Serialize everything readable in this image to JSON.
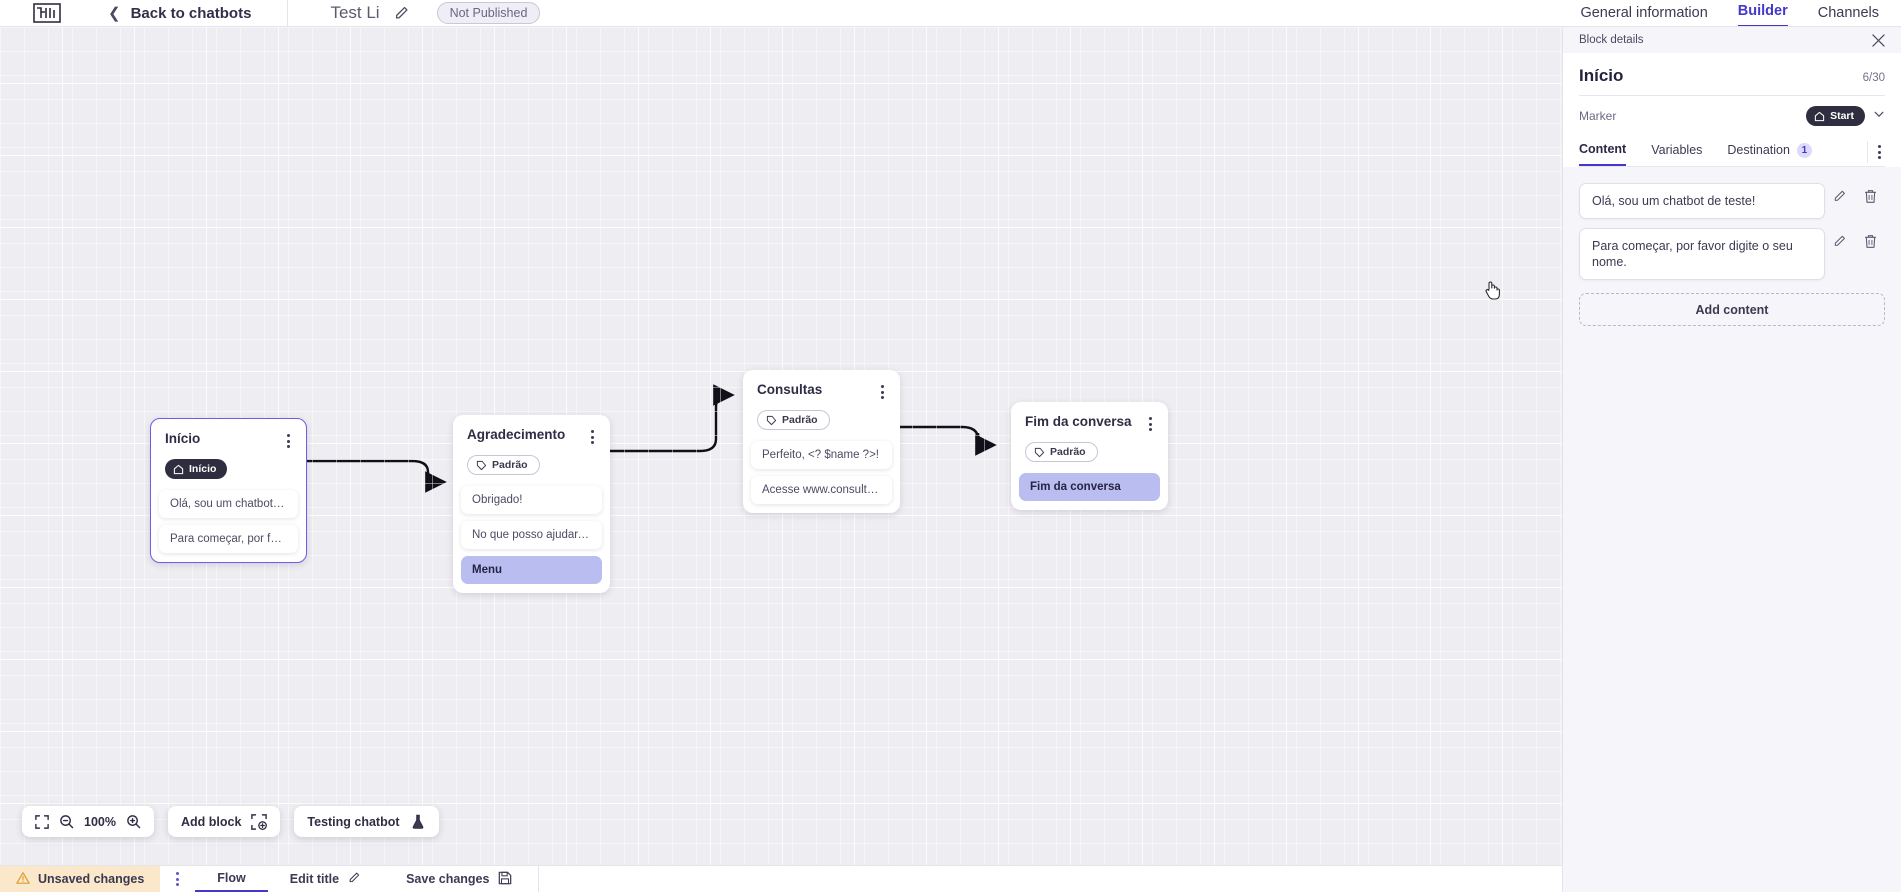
{
  "header": {
    "logo_name": "app-logo",
    "back_label": "Back to chatbots",
    "bot_title": "Test Li",
    "status_badge": "Not Published",
    "tabs": [
      {
        "label": "General information",
        "active": false
      },
      {
        "label": "Builder",
        "active": true
      },
      {
        "label": "Channels",
        "active": false
      }
    ]
  },
  "canvas": {
    "blocks": [
      {
        "id": "inicio",
        "title": "Início",
        "tag": "Início",
        "tag_type": "start",
        "selected": true,
        "messages": [
          {
            "text": "Olá, sou um chatbot de teste!",
            "highlight": false
          },
          {
            "text": "Para começar, por favor digite o ...",
            "highlight": false
          }
        ]
      },
      {
        "id": "agradecimento",
        "title": "Agradecimento",
        "tag": "Padrão",
        "tag_type": "default",
        "selected": false,
        "messages": [
          {
            "text": "Obrigado!",
            "highlight": false
          },
          {
            "text": "No que posso ajudar, <? $name ...",
            "highlight": false
          },
          {
            "text": "Menu",
            "highlight": true
          }
        ]
      },
      {
        "id": "consultas",
        "title": "Consultas",
        "tag": "Padrão",
        "tag_type": "default",
        "selected": false,
        "messages": [
          {
            "text": "Perfeito, <? $name ?>!",
            "highlight": false
          },
          {
            "text": "Acesse www.consultas.com par...",
            "highlight": false
          }
        ]
      },
      {
        "id": "fim",
        "title": "Fim da conversa",
        "tag": "Padrão",
        "tag_type": "default",
        "selected": false,
        "messages": [
          {
            "text": "Fim da conversa",
            "highlight": true
          }
        ]
      }
    ]
  },
  "toolbar": {
    "fit_icon": "fit-screen-icon",
    "zoom_out_icon": "zoom-out-icon",
    "zoom_level": "100%",
    "zoom_in_icon": "zoom-in-icon",
    "add_block_label": "Add block",
    "add_block_icon": "add-block-icon",
    "testing_label": "Testing chatbot",
    "testing_icon": "flask-icon"
  },
  "statusbar": {
    "unsaved_label": "Unsaved changes",
    "warning_icon": "warning-icon",
    "flow_label": "Flow",
    "edit_title_label": "Edit title",
    "edit_title_icon": "pencil-icon",
    "save_label": "Save changes",
    "save_icon": "save-icon"
  },
  "panel": {
    "header_label": "Block details",
    "close_icon": "close-icon",
    "title": "Início",
    "char_count": "6/30",
    "marker_label": "Marker",
    "marker_value": "Start",
    "marker_icon": "home-icon",
    "marker_chevron": "chevron-down-icon",
    "tabs": [
      {
        "label": "Content",
        "active": true,
        "badge": ""
      },
      {
        "label": "Variables",
        "active": false,
        "badge": ""
      },
      {
        "label": "Destination",
        "active": false,
        "badge": "1"
      }
    ],
    "contents": [
      {
        "text": "Olá, sou um chatbot de teste!"
      },
      {
        "text": "Para começar, por favor digite o seu nome."
      }
    ],
    "edit_icon": "pencil-icon",
    "delete_icon": "trash-icon",
    "add_content_label": "Add content"
  },
  "colors": {
    "accent": "#4338ca",
    "selected_border": "#6d5de8",
    "highlight_msg": "#b9bdf0",
    "warning_bg": "#fbe8cb",
    "canvas_bg": "#eeedf1",
    "panel_bg": "#f6f5f9"
  }
}
